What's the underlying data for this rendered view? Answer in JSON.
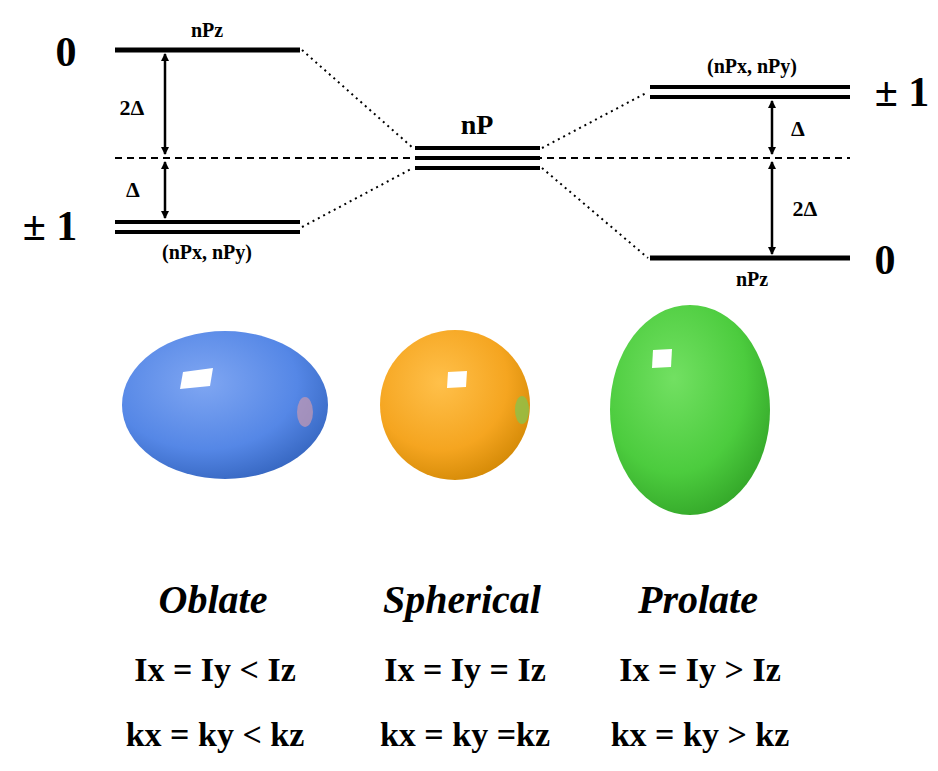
{
  "diagram": {
    "labels": [
      "0",
      "nPz",
      "2Δ",
      "Δ",
      "± 1",
      "(nPx, nPy)",
      "nP",
      "(nPx, nPy)",
      "± 1",
      "Δ",
      "2Δ",
      "nPz",
      "0",
      "Oblate",
      "Spherical",
      "Prolate",
      "Ix = Iy < Iz",
      "Ix = Iy = Iz",
      "Ix = Iy > Iz",
      "kx = ky < kz",
      "kx = ky =kz",
      "kx = ky > kz"
    ]
  }
}
